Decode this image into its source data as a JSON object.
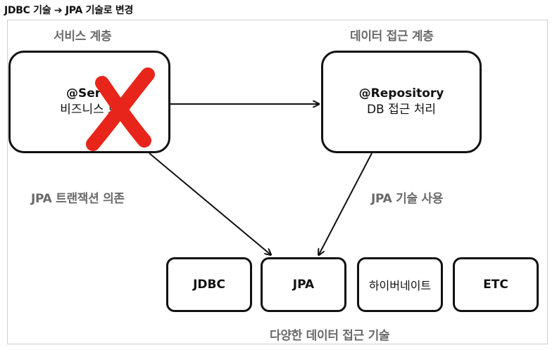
{
  "title": "JDBC 기술 ➔ JPA 기술로 변경",
  "layers": {
    "service_layer": "서비스 계층",
    "data_access_layer": "데이터 접근 계층"
  },
  "service_box": {
    "line1": "@Servi",
    "line2": "비즈니스 로"
  },
  "repository_box": {
    "line1": "@Repository",
    "line2": "DB 접근 처리"
  },
  "dependency_labels": {
    "jpa_transaction": "JPA 트랜잭션 의존",
    "jpa_usage": "JPA 기술 사용"
  },
  "technologies": [
    "JDBC",
    "JPA",
    "하이버네이트",
    "ETC"
  ],
  "footer": "다양한 데이터 접근 기술",
  "colors": {
    "cross": "#e8251a",
    "label": "#6a6a6a",
    "border": "#111111"
  }
}
